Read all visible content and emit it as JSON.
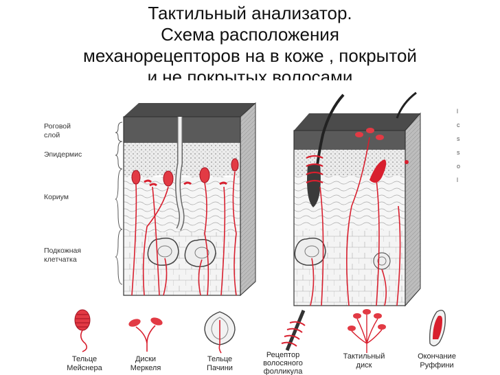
{
  "title": {
    "line1": "Тактильный анализатор.",
    "line2": "Схема расположения",
    "line3": "механорецепторов на в коже , покрытой",
    "line4": "и не покрытых  волосами"
  },
  "layers": {
    "stratum_corneum": [
      "Роговой",
      "слой"
    ],
    "epidermis": "Эпидермис",
    "corium": "Кориум",
    "subcutis": [
      "Подкожная",
      "клетчатка"
    ]
  },
  "receptors": [
    {
      "label": [
        "Тельце",
        "Мейснера"
      ],
      "icon": "meissner-corpuscle-icon"
    },
    {
      "label": [
        "Диски",
        "Меркеля"
      ],
      "icon": "merkel-disc-icon"
    },
    {
      "label": [
        "Тельце",
        "Пачини"
      ],
      "icon": "pacinian-corpuscle-icon"
    },
    {
      "label": [
        "Рецептор",
        "волосяного",
        "фолликула"
      ],
      "icon": "hair-follicle-receptor-icon"
    },
    {
      "label": [
        "Тактильный",
        "диск"
      ],
      "icon": "tactile-disc-icon"
    },
    {
      "label": [
        "Окончание",
        "Руффини"
      ],
      "icon": "ruffini-ending-icon"
    }
  ],
  "colors": {
    "nerve": "#d81f2e",
    "skin_dark": "#555555",
    "epidermis": "#e2e2e2",
    "tissue": "#f3f3f3"
  }
}
